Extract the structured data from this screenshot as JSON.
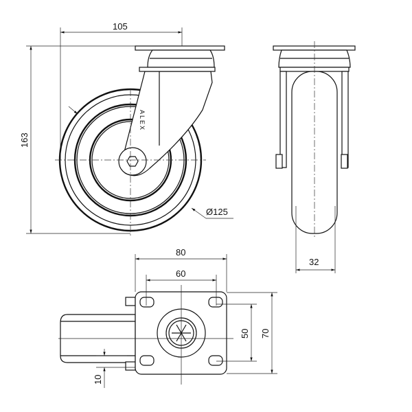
{
  "title": "Swivel caster technical drawing",
  "logo_text": "ALEX",
  "dimensions": {
    "overall_width": "105",
    "overall_height": "163",
    "wheel_diameter": "Ø125",
    "wheel_width": "32",
    "plate_width": "80",
    "hole_spacing_x": "60",
    "hole_spacing_y": "50",
    "plate_length": "70",
    "offset": "10"
  }
}
